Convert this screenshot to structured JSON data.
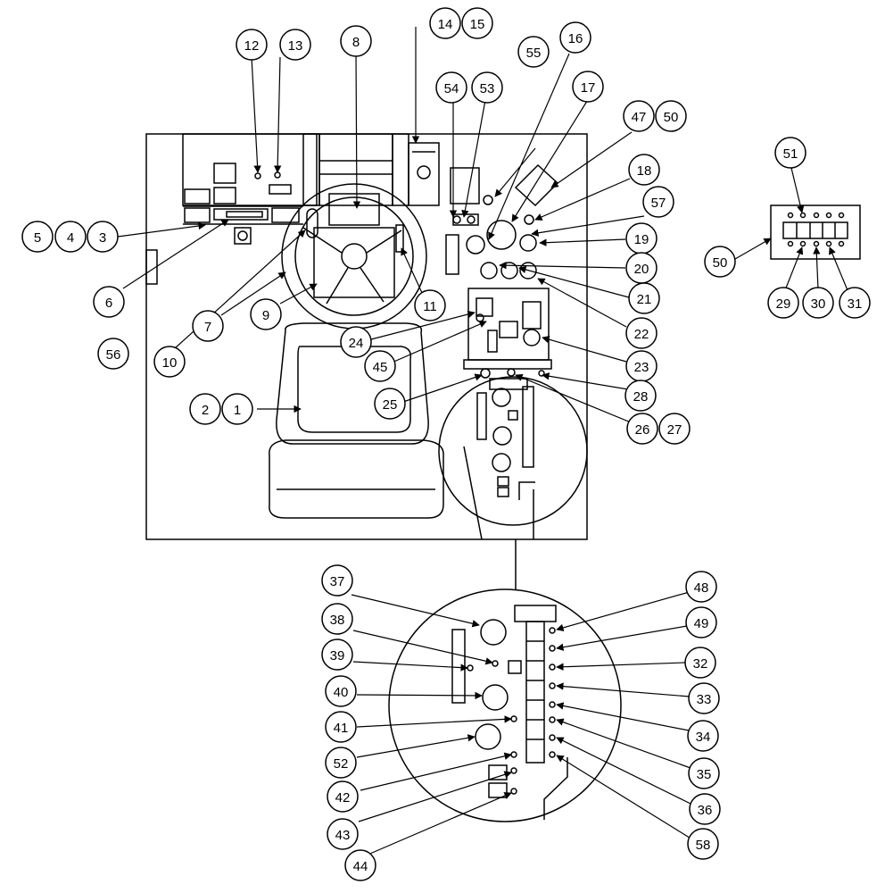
{
  "diagram": {
    "callouts": {
      "c1": "1",
      "c2": "2",
      "c3": "3",
      "c4": "4",
      "c5": "5",
      "c6": "6",
      "c7": "7",
      "c8": "8",
      "c9": "9",
      "c10": "10",
      "c11": "11",
      "c12": "12",
      "c13": "13",
      "c14": "14",
      "c15": "15",
      "c16": "16",
      "c17": "17",
      "c18": "18",
      "c19": "19",
      "c20": "20",
      "c21": "21",
      "c22": "22",
      "c23": "23",
      "c24": "24",
      "c25": "25",
      "c26": "26",
      "c27": "27",
      "c28": "28",
      "c29": "29",
      "c30": "30",
      "c31": "31",
      "c32": "32",
      "c33": "33",
      "c34": "34",
      "c35": "35",
      "c36": "36",
      "c37": "37",
      "c38": "38",
      "c39": "39",
      "c40": "40",
      "c41": "41",
      "c42": "42",
      "c43": "43",
      "c44": "44",
      "c45": "45",
      "c47": "47",
      "c48": "48",
      "c49": "49",
      "c50a": "50",
      "c50b": "50",
      "c51": "51",
      "c52": "52",
      "c53": "53",
      "c54": "54",
      "c55": "55",
      "c56": "56",
      "c57": "57",
      "c58": "58"
    }
  }
}
